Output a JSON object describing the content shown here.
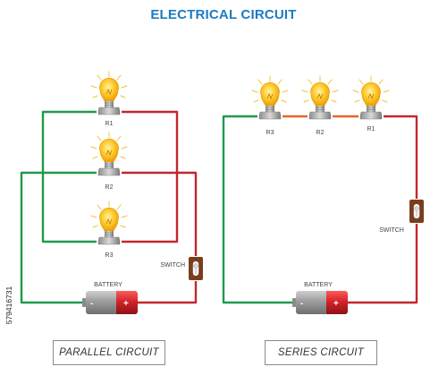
{
  "title": "ELECTRICAL CIRCUIT",
  "parallel": {
    "caption": "PARALLEL CIRCUIT",
    "bulbs": [
      "R1",
      "R2",
      "R3"
    ],
    "switch_label": "SWITCH",
    "battery_label": "BATTERY",
    "battery_minus": "-",
    "battery_plus": "+"
  },
  "series": {
    "caption": "SERIES CIRCUIT",
    "bulbs": [
      "R3",
      "R2",
      "R1"
    ],
    "switch_label": "SWITCH",
    "battery_label": "BATTERY",
    "battery_minus": "-",
    "battery_plus": "+"
  },
  "side_id": "579416731",
  "colors": {
    "title": "#1d7bbf",
    "wire_green": "#1f9a4a",
    "wire_red": "#c4262e",
    "wire_orange": "#e8642a",
    "switch_body": "#7a3e1d",
    "bulb_glass": "#f5b80c",
    "battery_silver": "#9a9a9a",
    "battery_red": "#d3232a"
  }
}
